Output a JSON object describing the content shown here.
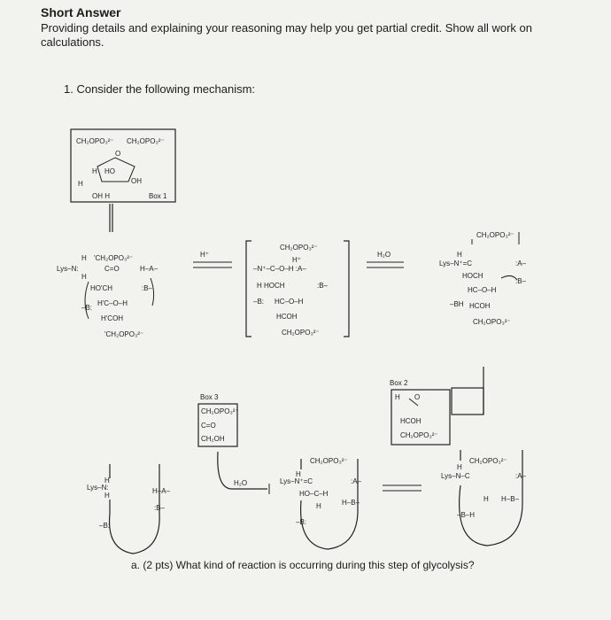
{
  "header": {
    "title": "Short Answer",
    "intro": "Providing details and explaining your reasoning may help you get partial credit. Show all work on calculations."
  },
  "question": {
    "number_text": "1. Consider the following mechanism:",
    "part_a": "a.  (2 pts) What kind of reaction is occurring during this step of glycolysis?"
  },
  "mechanism": {
    "box1": {
      "label": "Box 1",
      "top_left": "CH₂OPO₃²⁻",
      "top_right": "CH₂OPO₃²⁻",
      "ring_o": "O",
      "h": "H",
      "ho": "HO",
      "oh": "OH",
      "bottom": "OH    H"
    },
    "step1": {
      "h_top": "H",
      "ch2opo3": "'CH₂OPO₃²⁻",
      "lys": "Lys–N:",
      "c_o": "C=O",
      "ha": "H–A–",
      "hoch": "HO'CH",
      "b_plus": ":B–",
      "hcoh": "H'C–O–H",
      "b_minus": "–B:",
      "hcoh2": "H'COH",
      "ch2opo3b": "'CH₂OPO₃²⁻"
    },
    "arrow1": "H⁺",
    "step2": {
      "top": "CH₂OPO₃²⁻",
      "h": "H⁺",
      "n": "–N⁺–C–O–H  :A–",
      "hhoch": "H HOCH",
      "bplus": ":B–",
      "b": "–B:",
      "hcoh": "HC–O–H",
      "hcoh2": "HCOH",
      "bottom": "CH₂OPO₃²⁻"
    },
    "arrow2": "H₂O",
    "step3": {
      "top": "CH₂OPO₃²⁻",
      "h": "H",
      "lys": "Lys–N⁺=C",
      "a": ":A–",
      "hoch": "HOCH",
      "hc": "HC–O–H",
      "b": ":B–",
      "bh": "–BH",
      "hcoh": "HCOH",
      "bottom": "CH₂OPO₃²⁻"
    },
    "box2": {
      "label": "Box 2",
      "h": "H",
      "o": "O",
      "hcoh": "HCOH",
      "bottom": "CH₂OPO₃²⁻"
    },
    "box3": {
      "label": "Box 3",
      "l1": "CH₂OPO₃²⁻",
      "l2": "C=O",
      "l3": "CH₂OH"
    },
    "step4": {
      "h": "H",
      "lys": "Lys–N:",
      "h2": "H",
      "b": "–B:",
      "ha": "H–A–",
      "bplus": ":B–"
    },
    "arrow3": "H₂O",
    "step5": {
      "top": "CH₂OPO₃²⁻",
      "h": "H",
      "lys": "Lys–N⁺=C",
      "a": ":A–",
      "hoc": "HO–C–H",
      "h2": "H",
      "hb": "H–B–",
      "b": "–B:"
    },
    "step6": {
      "top": "CH₂OPO₃²⁻",
      "h": "H",
      "lys": "Lys–N–C",
      "a": ":A–",
      "h2": "H",
      "hb": "H–B–",
      "bh": "–B–H"
    }
  }
}
